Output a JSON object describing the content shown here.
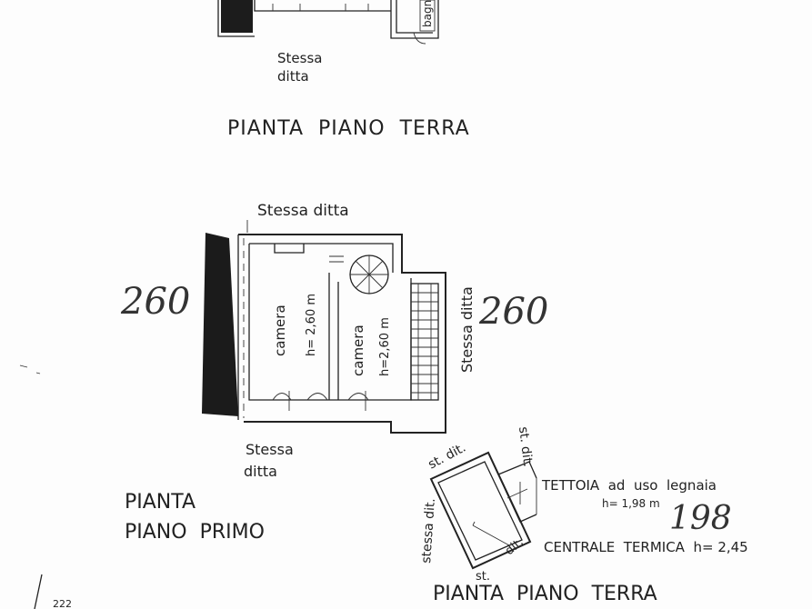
{
  "top": {
    "neighbor": [
      "Stessa",
      "ditta"
    ],
    "bagno": "bagno",
    "title": "PIANTA  PIANO  TERRA"
  },
  "first_floor": {
    "neighbor_top": "Stessa ditta",
    "neighbor_right": "Stessa ditta",
    "neighbor_bottom": [
      "Stessa",
      "ditta"
    ],
    "room1": {
      "name": "camera",
      "height": "h= 2,60 m"
    },
    "room2": {
      "name": "camera",
      "height": "h=2,60 m"
    },
    "hand_left": "260",
    "hand_right": "260",
    "title": [
      "PIANTA",
      "PIANO  PRIMO"
    ]
  },
  "annex": {
    "st_dit_top": "st. dit.",
    "st_dit_right": "st. dit.",
    "stessa_dit_left": "stessa dit.",
    "st_bottom": "st.",
    "dit_bottom": "dit.",
    "tettoia": "TETTOIA  ad  uso  legnaia",
    "tettoia_h": "h= 1,98 m",
    "hand_198": "198",
    "centrale": "CENTRALE  TERMICA  h= 2,45",
    "title": "PIANTA  PIANO  TERRA"
  },
  "corner_note": "222"
}
